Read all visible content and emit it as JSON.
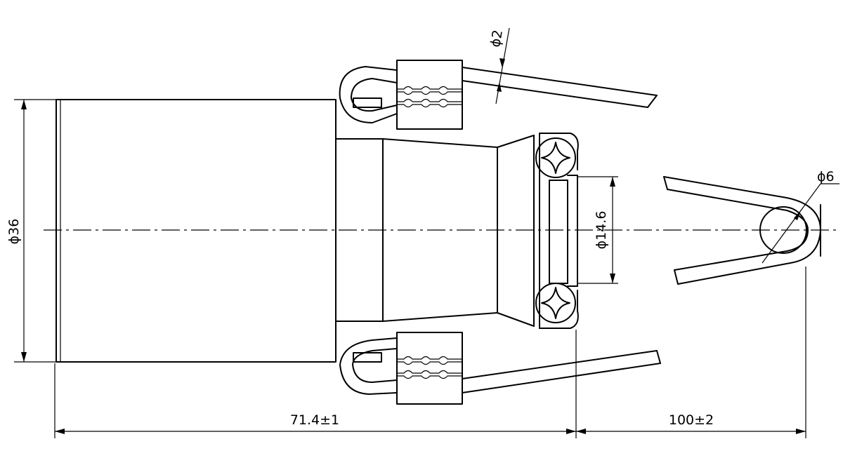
{
  "drawing": {
    "dimensions": {
      "body_diameter": "ϕ36",
      "orifice_diameter": "ϕ14.6",
      "cam_wire_diameter": "ϕ2",
      "pin_diameter": "ϕ6",
      "overall_length": "71.4±1",
      "handle_length": "100±2"
    }
  }
}
